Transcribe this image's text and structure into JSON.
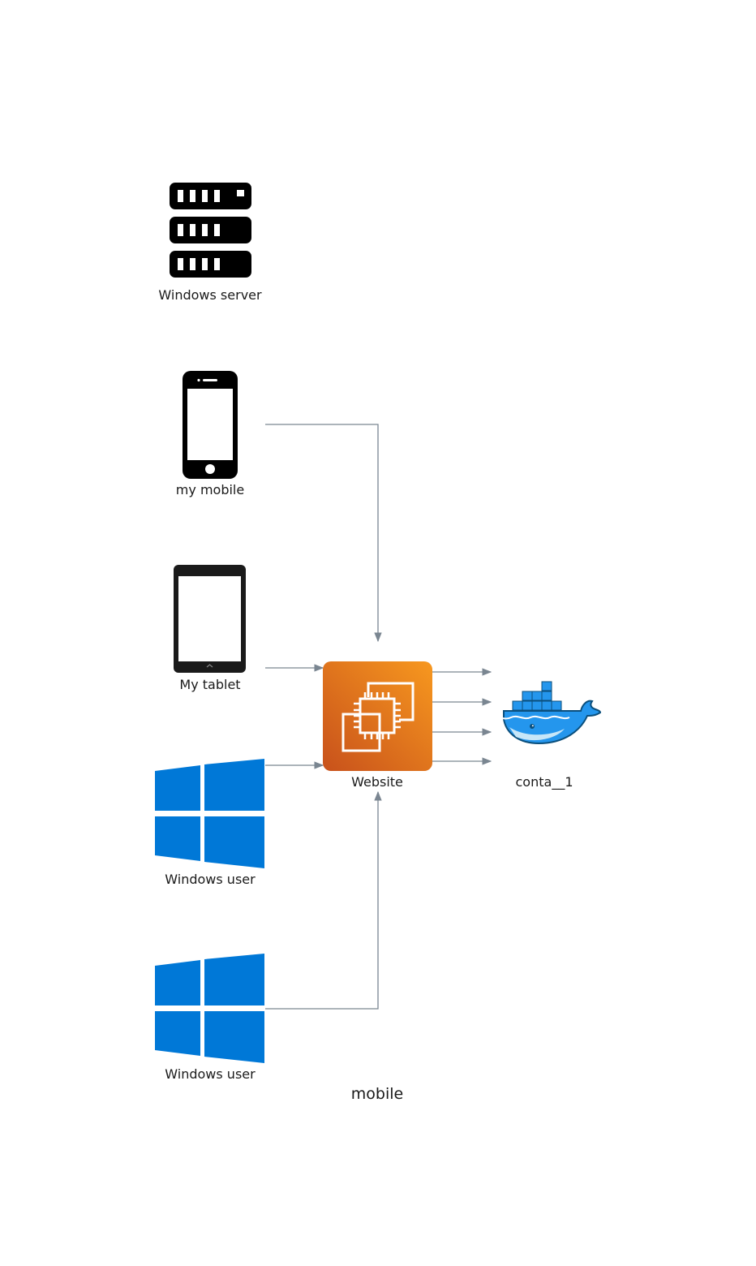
{
  "nodes": {
    "windows_server": {
      "label": "Windows server",
      "icon": "server-rack-icon"
    },
    "my_mobile": {
      "label": "my mobile",
      "icon": "smartphone-icon"
    },
    "my_tablet": {
      "label": "My tablet",
      "icon": "tablet-icon"
    },
    "windows_user_1": {
      "label": "Windows user",
      "icon": "windows-logo-icon"
    },
    "windows_user_2": {
      "label": "Windows user",
      "icon": "windows-logo-icon"
    },
    "website": {
      "label": "Website",
      "icon": "aws-ec2-instance-icon"
    },
    "container": {
      "label": "conta__1",
      "icon": "docker-whale-icon"
    }
  },
  "diagram_caption": "mobile",
  "edges": [
    {
      "from": "my_mobile",
      "to": "website"
    },
    {
      "from": "my_tablet",
      "to": "website"
    },
    {
      "from": "windows_user_1",
      "to": "website"
    },
    {
      "from": "windows_user_2",
      "to": "website"
    },
    {
      "from": "website",
      "to": "container"
    },
    {
      "from": "website",
      "to": "container"
    },
    {
      "from": "website",
      "to": "container"
    },
    {
      "from": "website",
      "to": "container"
    }
  ],
  "colors": {
    "edge": "#7a8691",
    "windows_blue": "#0078d7",
    "ec2_orange_light": "#f7981f",
    "ec2_orange_dark": "#d45b07",
    "docker_blue": "#2496ed"
  }
}
